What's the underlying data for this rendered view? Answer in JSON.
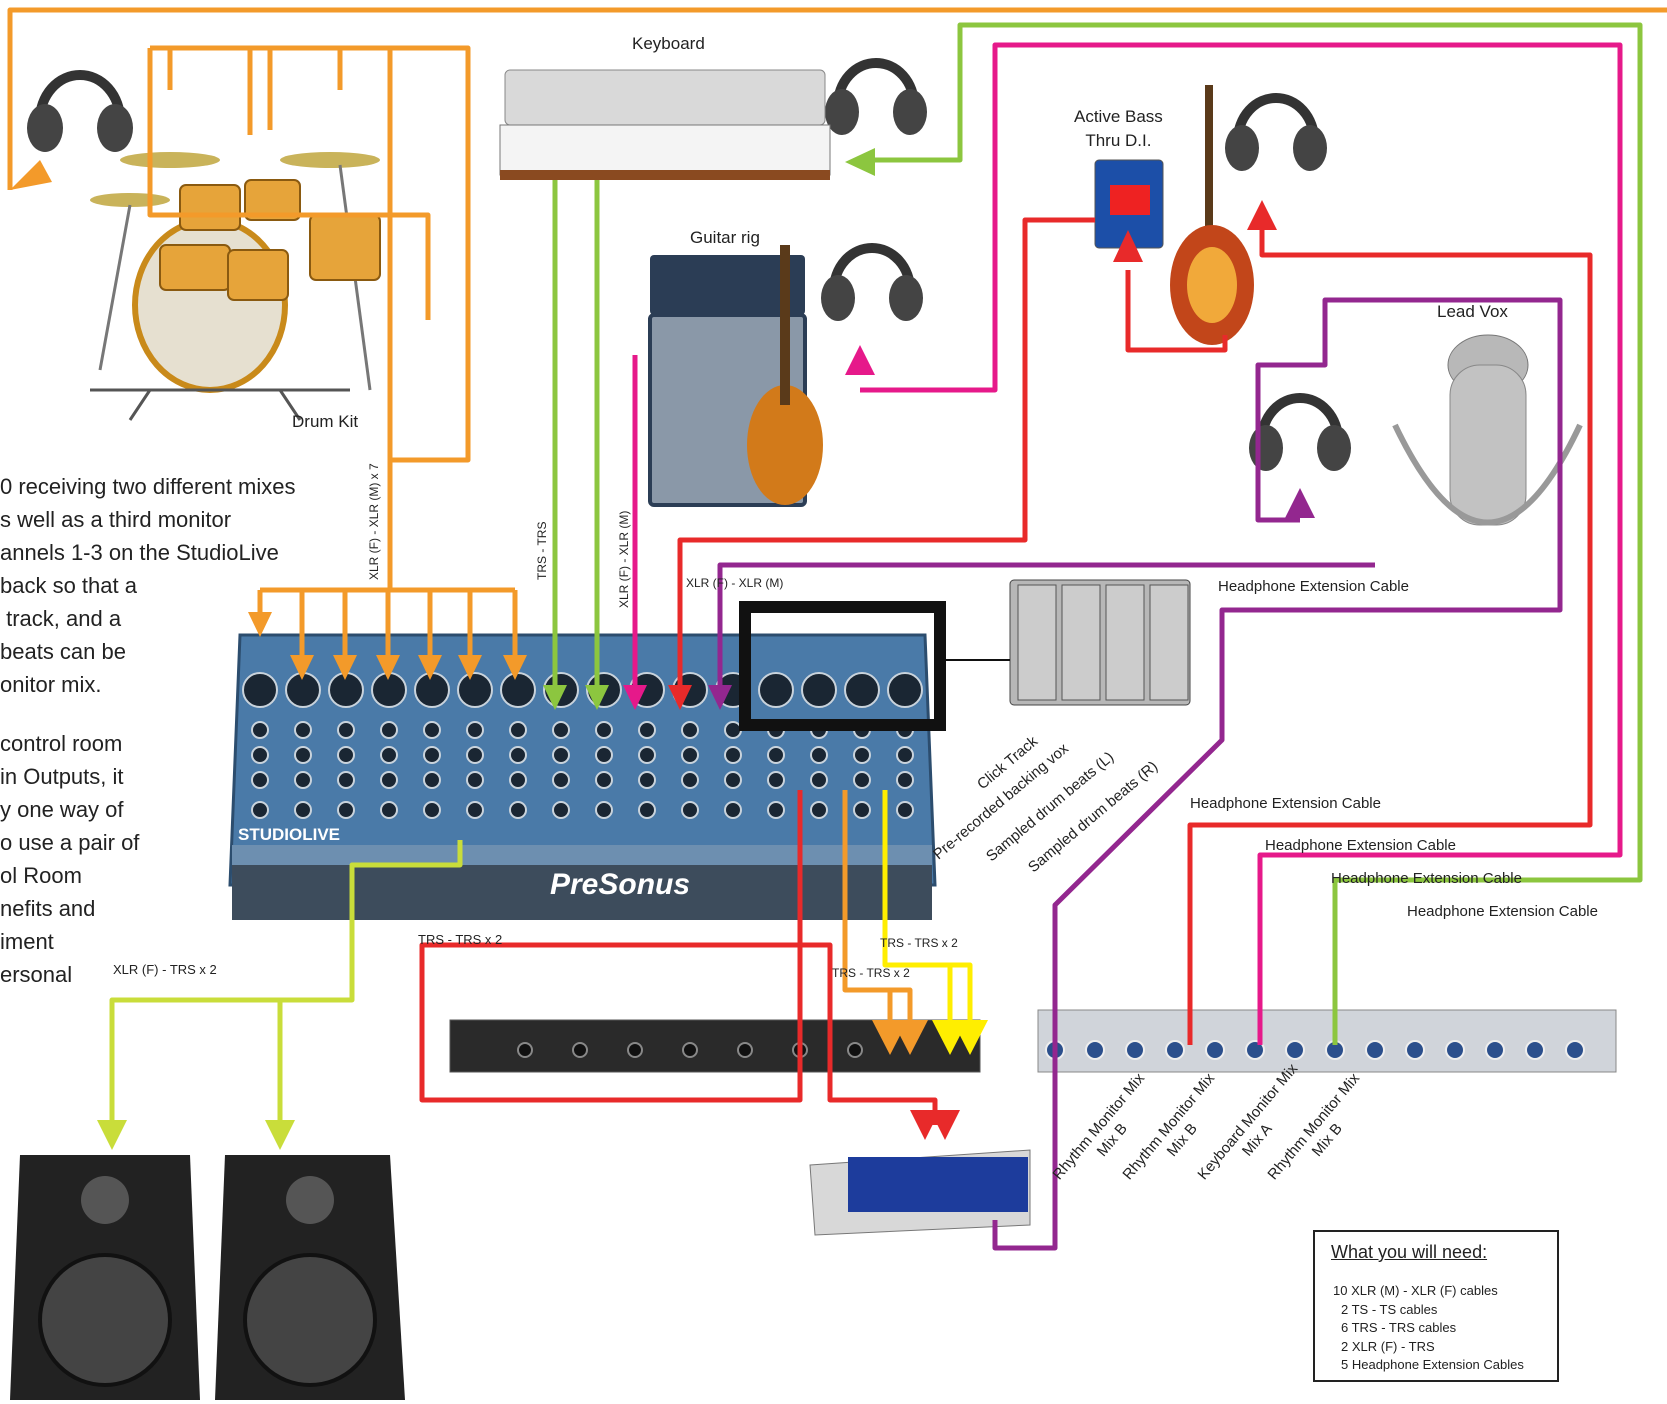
{
  "labels": {
    "keyboard": "Keyboard",
    "active_bass": "Active Bass\nThru D.I.",
    "guitar_rig": "Guitar rig",
    "lead_vox": "Lead Vox",
    "drum_kit": "Drum Kit",
    "mixer_brand": "PreSonus",
    "mixer_model": "STUDIOLIVE",
    "headphone_ext_1": "Headphone Extension Cable",
    "headphone_ext_2": "Headphone Extension Cable",
    "headphone_ext_3": "Headphone Extension Cable",
    "headphone_ext_4": "Headphone Extension Cable",
    "headphone_ext_5": "Headphone Extension Cable",
    "cable_xlr_x7": "XLR (F) - XLR (M) x 7",
    "cable_trs_trs": "TRS - TRS",
    "cable_xlr_m_vert": "XLR (F) - XLR (M)",
    "cable_xlr_horiz": "XLR (F) - XLR (M)",
    "cable_trs_x2_a": "TRS - TRS x 2",
    "cable_trs_x2_b": "TRS - TRS x 2",
    "cable_trs_x2_c": "TRS - TRS x 2",
    "cable_xlr_trs_x2": "XLR (F) - TRS x 2"
  },
  "tracks": [
    "Click Track",
    "Pre-recorded backing vox",
    "Sampled drum beats (L)",
    "Sampled drum beats (R)"
  ],
  "monitor_mixes": [
    "Rhythm Monitor Mix\nMix B",
    "Rhythm Monitor Mix\nMix B",
    "Keyboard Monitor Mix\nMix A",
    "Rhythm Monitor Mix\nMix B"
  ],
  "intro_paragraphs": [
    "0 receiving two different mixes\ns well as a third monitor\nannels 1-3 on the StudioLive\nback so that a\n track, and a\nbeats can be\nonitor mix.",
    "control room\nin Outputs, it\ny one way of\no use a pair of\nol Room\nnefits and\niment\nersonal"
  ],
  "needs": {
    "title": "What you will need:",
    "items": [
      "10  XLR (M) - XLR (F) cables",
      "2  TS - TS cables",
      "6  TRS - TRS cables",
      "2  XLR (F) - TRS",
      "5 Headphone Extension Cables"
    ]
  },
  "colors": {
    "drums": "#f39a2a",
    "keyboard": "#8cc63f",
    "bass": "#e82a2a",
    "guitar": "#e6198a",
    "vox": "#93278f",
    "monitors": "#c9dd3a",
    "click": "#ffee00"
  }
}
